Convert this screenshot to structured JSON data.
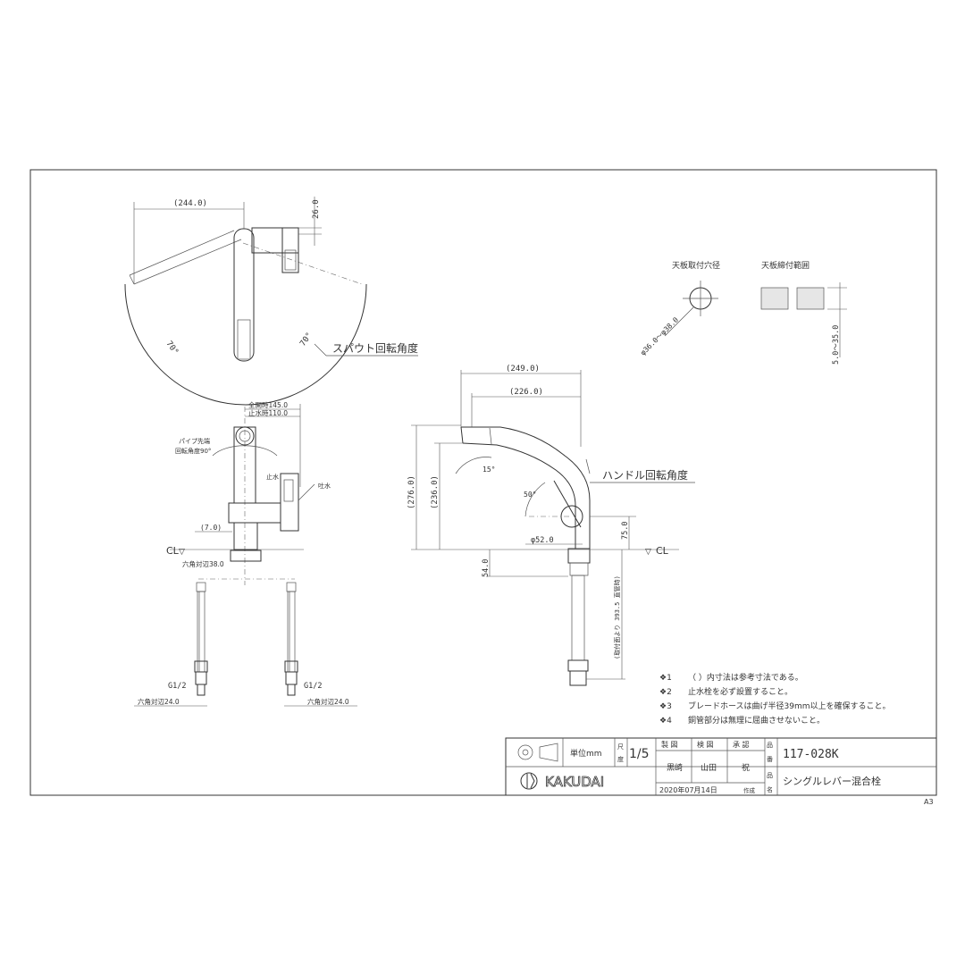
{
  "top_view": {
    "dim_width": "(244.0)",
    "dim_height": "26.0",
    "angle_left": "70°",
    "angle_right": "70°",
    "caption": "スパウト回転角度"
  },
  "front_view": {
    "dim_full": "全開時145.0",
    "dim_stop": "止水時110.0",
    "pipe_rotation_l1": "パイプ先端",
    "pipe_rotation_l2": "回転角度90°",
    "label_stop": "止水",
    "label_discharge": "吐水",
    "dim_offset": "(7.0)",
    "cl": "CL",
    "hex_base": "六角対辺38.0",
    "g_left": "G1/2",
    "g_right": "G1/2",
    "hex_left": "六角対辺24.0",
    "hex_right": "六角対辺24.0"
  },
  "side_view": {
    "dim_249": "(249.0)",
    "dim_226": "(226.0)",
    "dim_276": "(276.0)",
    "dim_236": "(236.0)",
    "angle_15": "15°",
    "angle_50": "50°",
    "caption": "ハンドル回転角度",
    "dim_52": "φ52.0",
    "dim_75": "75.0",
    "cl": "CL",
    "dim_54": "54.0",
    "dim_393": "(取付面より 393.5 直管時)"
  },
  "detail": {
    "hole_title": "天板取付穴径",
    "hole_dim": "φ36.0～φ38.0",
    "range_title": "天板締付範囲",
    "range_dim": "5.0～35.0"
  },
  "notes": [
    {
      "mark": "❖1",
      "text": "（ ）内寸法は参考寸法である。"
    },
    {
      "mark": "❖2",
      "text": "止水栓を必ず設置すること。"
    },
    {
      "mark": "❖3",
      "text": "ブレードホースは曲げ半径39mm以上を確保すること。"
    },
    {
      "mark": "❖4",
      "text": "銅管部分は無理に屈曲させないこと。"
    }
  ],
  "title_block": {
    "unit": "単位mm",
    "scale_label_1": "尺",
    "scale_label_2": "度",
    "scale_value": "1/5",
    "col_made": "製 図",
    "col_check": "検 図",
    "col_approve": "承 認",
    "name_made": "黒崎",
    "name_check": "山田",
    "name_approve": "祝",
    "date": "2020年07月14日",
    "date_suffix": "作成",
    "product_no_label_1": "品",
    "product_no_label_2": "番",
    "product_no": "117-028K",
    "product_name_label_1": "品",
    "product_name_label_2": "名",
    "product_name": "シングルレバー混合栓",
    "brand": "KAKUDAI"
  },
  "sheet_size": "A3"
}
